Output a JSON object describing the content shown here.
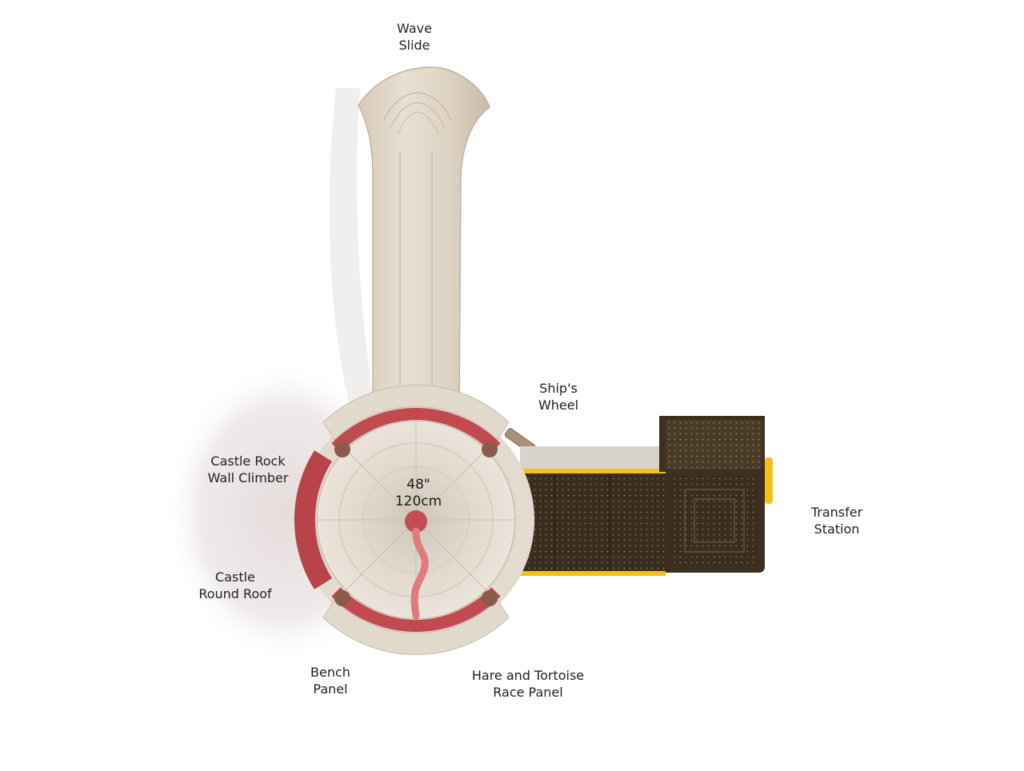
{
  "labels": {
    "wave_slide": [
      "Wave",
      "Slide"
    ],
    "ships_wheel": [
      "Ship's",
      "Wheel"
    ],
    "castle_rock_wall_climber": [
      "Castle Rock",
      "Wall Climber"
    ],
    "castle_round_roof": [
      "Castle",
      "Round Roof"
    ],
    "bench_panel": [
      "Bench",
      "Panel"
    ],
    "hare_tortoise_panel": [
      "Hare and Tortoise",
      "Race Panel"
    ],
    "transfer_station": [
      "Transfer",
      "Station"
    ],
    "deck_height": [
      "48\"",
      "120cm"
    ]
  },
  "colors": {
    "slide": "#ddd2c3",
    "slide_shadow": "#c9bba9",
    "roof": "#ddd5ca",
    "roof_red": "#c04a4f",
    "deck_dark": "#3d3020",
    "deck_trim": "#f2c316",
    "shadow": "#ece7e7"
  }
}
